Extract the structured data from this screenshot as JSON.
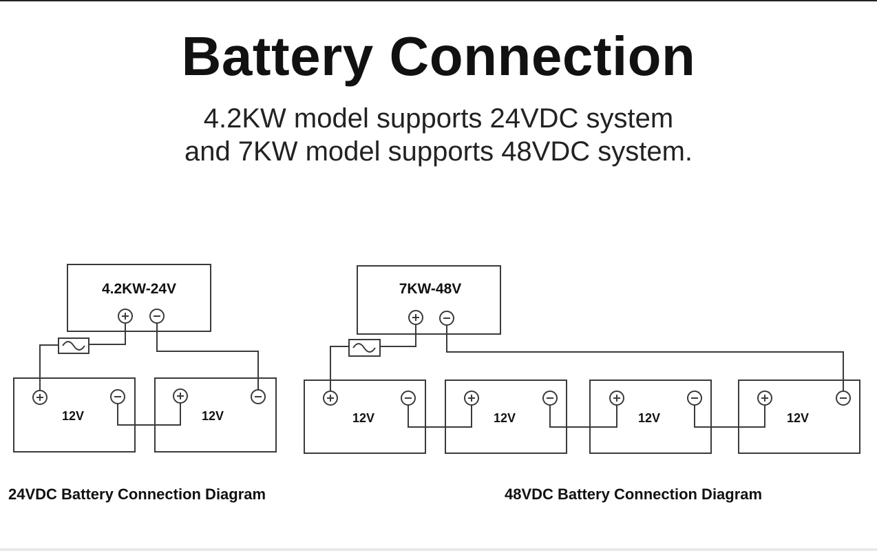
{
  "title": "Battery Connection",
  "subtitle": {
    "line1": "4.2KW model supports 24VDC system",
    "line2": "and 7KW model supports 48VDC system."
  },
  "diagrams": {
    "left": {
      "inverter_label": "4.2KW-24V",
      "battery_labels": [
        "12V",
        "12V"
      ],
      "caption": "24VDC Battery Connection Diagram"
    },
    "right": {
      "inverter_label": "7KW-48V",
      "battery_labels": [
        "12V",
        "12V",
        "12V",
        "12V"
      ],
      "caption": "48VDC Battery Connection Diagram"
    }
  },
  "symbols": {
    "positive": "+",
    "negative": "−",
    "fuse_icon": "fuse-icon"
  },
  "colors": {
    "line": "#3a3a3a",
    "text": "#111111"
  }
}
